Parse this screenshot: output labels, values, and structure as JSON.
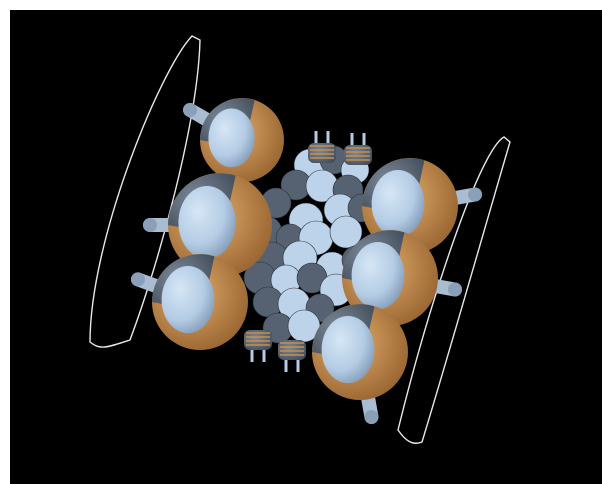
{
  "viewer": {
    "background": "#000000",
    "frame_color": "#ffffff",
    "ring_color": "#e8e8e8",
    "tank_blue": "#b4cce4",
    "tank_slate": "#5e6b7a",
    "tank_copper": "#c8904e",
    "disk_blue": "#bcd3ea",
    "disk_slate": "#566272",
    "pipe_color": "#a8bcd2"
  },
  "scene": {
    "outer_rings": [
      {
        "name": "left-boundary-ring"
      },
      {
        "name": "right-boundary-ring"
      }
    ],
    "large_spheres": [
      {
        "name": "sphere-top-left"
      },
      {
        "name": "sphere-left"
      },
      {
        "name": "sphere-bottom-left"
      },
      {
        "name": "sphere-top-right"
      },
      {
        "name": "sphere-right"
      },
      {
        "name": "sphere-bottom-right"
      }
    ],
    "small_valves": [
      {
        "name": "valve-top-1"
      },
      {
        "name": "valve-top-2"
      },
      {
        "name": "valve-bottom-1"
      },
      {
        "name": "valve-bottom-2"
      }
    ]
  }
}
